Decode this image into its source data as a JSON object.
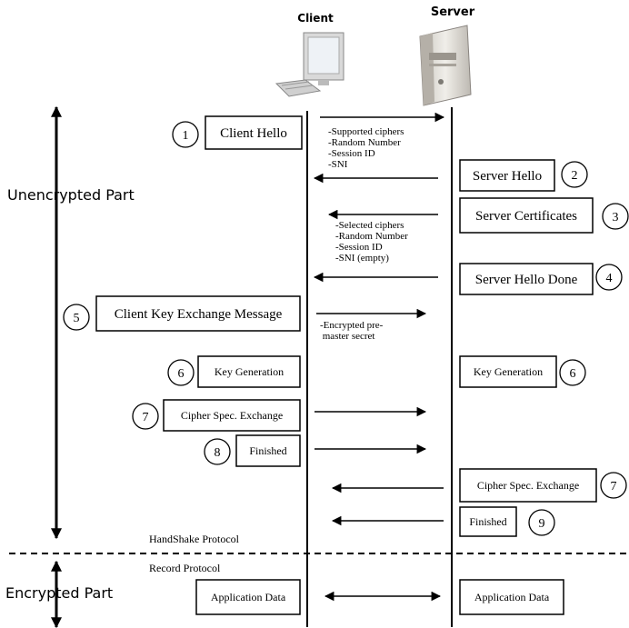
{
  "headers": {
    "client": "Client",
    "server": "Server"
  },
  "sides": {
    "unencrypted": "Unencrypted Part",
    "encrypted": "Encrypted Part"
  },
  "protocols": {
    "handshake": "HandShake Protocol",
    "record": "Record Protocol"
  },
  "boxes": {
    "client_hello": "Client Hello",
    "server_hello": "Server Hello",
    "server_certificates": "Server Certificates",
    "server_hello_done": "Server Hello Done",
    "client_key_exchange": "Client Key Exchange Message",
    "key_generation_client": "Key Generation",
    "key_generation_server": "Key Generation",
    "cipher_spec_client": "Cipher Spec. Exchange",
    "finished_client": "Finished",
    "cipher_spec_server": "Cipher Spec. Exchange",
    "finished_server": "Finished",
    "app_data_client": "Application Data",
    "app_data_server": "Application Data"
  },
  "steps": {
    "s1": "1",
    "s2": "2",
    "s3": "3",
    "s4": "4",
    "s5": "5",
    "s6a": "6",
    "s6b": "6",
    "s7a": "7",
    "s7b": "7",
    "s8": "8",
    "s9": "9"
  },
  "notes": {
    "client_hello": [
      "-Supported ciphers",
      "-Random Number",
      "-Session ID",
      "-SNI"
    ],
    "server_hello": [
      "-Selected ciphers",
      "-Random Number",
      "-Session ID",
      "-SNI (empty)"
    ],
    "key_exchange": [
      "-Encrypted pre-",
      " master secret"
    ]
  }
}
